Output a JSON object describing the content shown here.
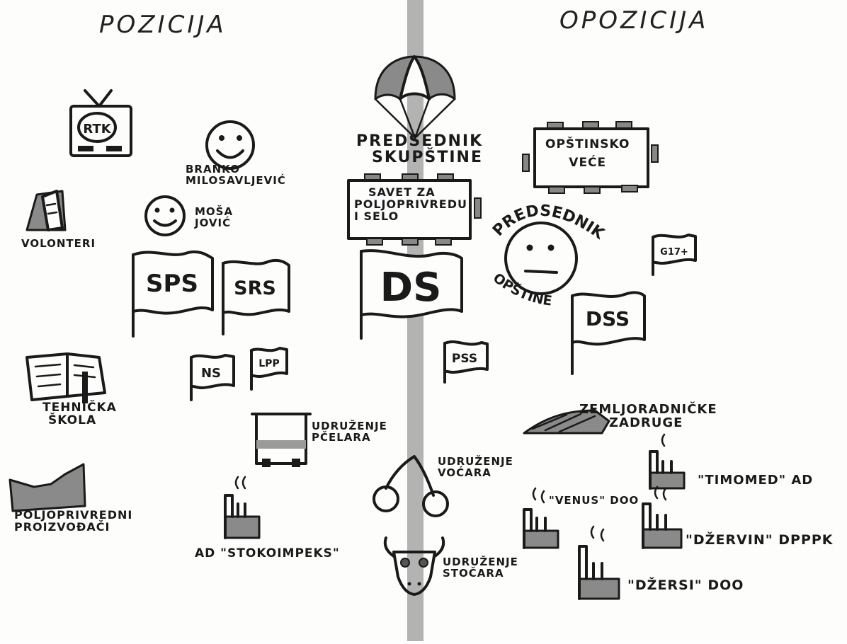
{
  "headings": {
    "left": "POZICIJA",
    "right": "OPOZICIJA"
  },
  "colors": {
    "ink": "#1a1a1a",
    "divider": "#b3b3b3",
    "fill_gray": "#8a8a8a",
    "paper": "#fdfdfb"
  },
  "icons": {
    "tv": "tv-icon",
    "smiley": "smiley-face-icon",
    "neutral_face": "neutral-face-icon",
    "flag": "flag-icon",
    "book": "open-book-icon",
    "factory": "factory-icon",
    "parachute": "parachute-icon",
    "table": "conference-table-icon",
    "beehive": "beehive-icon",
    "cherries": "cherries-icon",
    "bull": "bull-head-icon",
    "field": "field-icon",
    "banner": "volunteer-banner-icon"
  },
  "left": {
    "rtk": "RTK",
    "branko": [
      "BRANKO",
      "MILOSAVLJEVIĆ"
    ],
    "mosa": [
      "MOŠA",
      "JOVIĆ"
    ],
    "volonteri": "VOLONTERI",
    "flags": {
      "sps": "SPS",
      "srs": "SRS",
      "ns": "NS",
      "lpp": "LPP"
    },
    "tehnicka": [
      "TEHNIČKA",
      "ŠKOLA"
    ],
    "pcelari": [
      "UDRUŽENJE",
      "PČELARA"
    ],
    "proizvodjaci": [
      "POLJOPRIVREDNI",
      "PROIZVOĐAČI"
    ],
    "stokoimpeks": "AD \"STOKOIMPEKS\""
  },
  "center": {
    "predsednik_skupstine": [
      "PREDSEDNIK",
      "SKUPŠTINE"
    ],
    "savet": [
      "SAVET ZA",
      "POLJOPRIVREDU",
      "I SELO"
    ],
    "ds": "DS",
    "pss": "PSS",
    "vocari": [
      "UDRUŽENJE",
      "VOĆARA"
    ],
    "stocari": [
      "UDRUŽENJE",
      "STOČARA"
    ]
  },
  "right": {
    "opstinsko_vece": [
      "OPŠTINSKO",
      "VEĆE"
    ],
    "predsednik_arc": "PREDSEDNIK",
    "opstine_arc": "OPŠTINE",
    "g17": "G17+",
    "dss": "DSS",
    "zadruge": [
      "ZEMLJORADNIČKE",
      "ZADRUGE"
    ],
    "timomed": "\"TIMOMED\" AD",
    "venus": "\"VENUS\" DOO",
    "dzervin": "\"DŽERVIN\" DPPPK",
    "dzersi": "\"DŽERSI\" DOO"
  }
}
